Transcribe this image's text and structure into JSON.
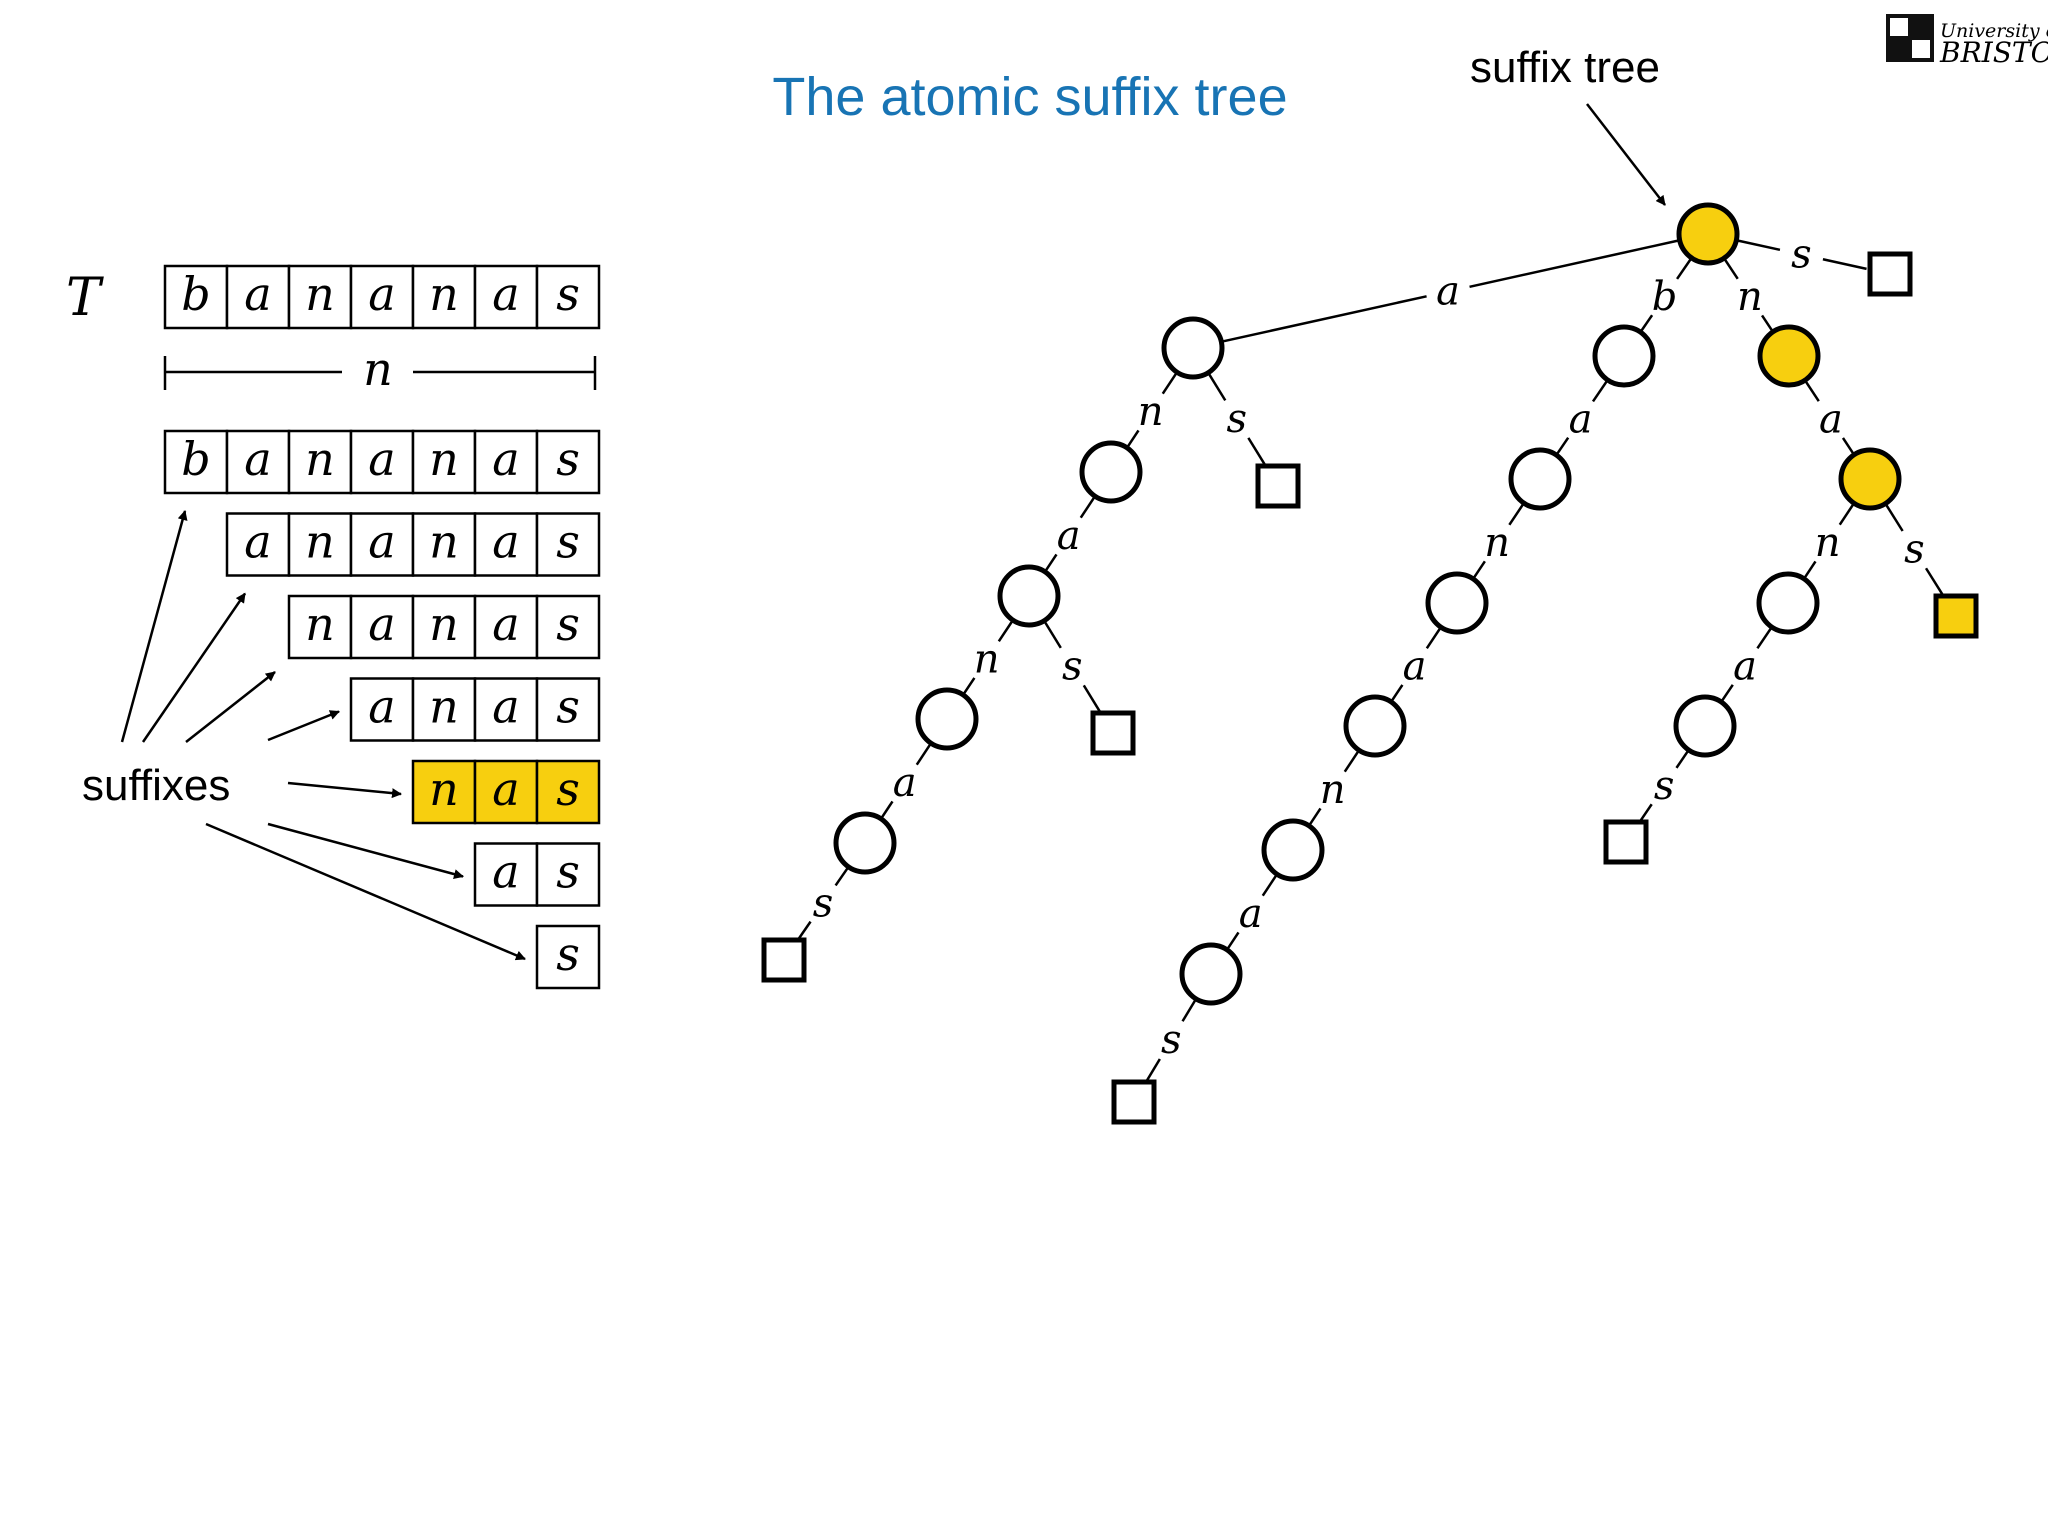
{
  "slide": {
    "title": "The atomic suffix tree",
    "title_color": "#1874b4",
    "highlight_color": "#f7cf0f",
    "logo": {
      "line1": "University of",
      "line2": "BRISTOL"
    }
  },
  "text": {
    "variable": "T",
    "letters": [
      "b",
      "a",
      "n",
      "a",
      "n",
      "a",
      "s"
    ],
    "length_label": "n"
  },
  "suffixes": {
    "label": "suffixes",
    "highlighted_index": 4
  },
  "tree": {
    "label": "suffix tree",
    "nodes": [
      {
        "id": "root",
        "kind": "circle",
        "highlight": true
      },
      {
        "id": "a",
        "kind": "circle"
      },
      {
        "id": "an",
        "kind": "circle"
      },
      {
        "id": "ana",
        "kind": "circle"
      },
      {
        "id": "anan",
        "kind": "circle"
      },
      {
        "id": "anana",
        "kind": "circle"
      },
      {
        "id": "ananas",
        "kind": "leaf"
      },
      {
        "id": "anas",
        "kind": "leaf"
      },
      {
        "id": "as",
        "kind": "leaf"
      },
      {
        "id": "b",
        "kind": "circle"
      },
      {
        "id": "ba",
        "kind": "circle"
      },
      {
        "id": "ban",
        "kind": "circle"
      },
      {
        "id": "bana",
        "kind": "circle"
      },
      {
        "id": "banan",
        "kind": "circle"
      },
      {
        "id": "banana",
        "kind": "circle"
      },
      {
        "id": "bananas",
        "kind": "leaf"
      },
      {
        "id": "n",
        "kind": "circle",
        "highlight": true
      },
      {
        "id": "na",
        "kind": "circle",
        "highlight": true
      },
      {
        "id": "nan",
        "kind": "circle"
      },
      {
        "id": "nana",
        "kind": "circle"
      },
      {
        "id": "nanas",
        "kind": "leaf"
      },
      {
        "id": "nas",
        "kind": "leaf",
        "highlight": true
      },
      {
        "id": "s",
        "kind": "leaf"
      }
    ],
    "edges": [
      {
        "from": "root",
        "to": "a",
        "label": "a"
      },
      {
        "from": "root",
        "to": "b",
        "label": "b"
      },
      {
        "from": "root",
        "to": "n",
        "label": "n"
      },
      {
        "from": "root",
        "to": "s",
        "label": "s"
      },
      {
        "from": "a",
        "to": "an",
        "label": "n"
      },
      {
        "from": "a",
        "to": "as",
        "label": "s"
      },
      {
        "from": "an",
        "to": "ana",
        "label": "a"
      },
      {
        "from": "ana",
        "to": "anan",
        "label": "n"
      },
      {
        "from": "ana",
        "to": "anas",
        "label": "s"
      },
      {
        "from": "anan",
        "to": "anana",
        "label": "a"
      },
      {
        "from": "anana",
        "to": "ananas",
        "label": "s"
      },
      {
        "from": "b",
        "to": "ba",
        "label": "a"
      },
      {
        "from": "ba",
        "to": "ban",
        "label": "n"
      },
      {
        "from": "ban",
        "to": "bana",
        "label": "a"
      },
      {
        "from": "bana",
        "to": "banan",
        "label": "n"
      },
      {
        "from": "banan",
        "to": "banana",
        "label": "a"
      },
      {
        "from": "banana",
        "to": "bananas",
        "label": "s"
      },
      {
        "from": "n",
        "to": "na",
        "label": "a"
      },
      {
        "from": "na",
        "to": "nan",
        "label": "n"
      },
      {
        "from": "na",
        "to": "nas",
        "label": "s"
      },
      {
        "from": "nan",
        "to": "nana",
        "label": "a"
      },
      {
        "from": "nana",
        "to": "nanas",
        "label": "s"
      }
    ]
  }
}
